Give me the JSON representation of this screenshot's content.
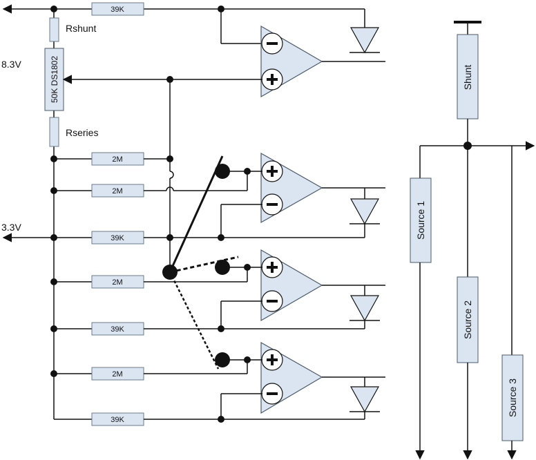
{
  "labels": {
    "voltage_high": "8.3V",
    "voltage_low": "3.3V",
    "rshunt": "Rshunt",
    "rseries": "Rseries",
    "pot": "50K DS1802",
    "shunt": "Shunt",
    "source1": "Source 1",
    "source2": "Source 2",
    "source3": "Source 3",
    "minus": "−",
    "plus": "+"
  },
  "resistors": {
    "r_top": "39K",
    "r_2m_1": "2M",
    "r_2m_2": "2M",
    "r_39k_2": "39K",
    "r_2m_3": "2M",
    "r_39k_3": "39K",
    "r_2m_4": "2M",
    "r_39k_4": "39K"
  },
  "colors": {
    "component_fill": "#dbe5f1",
    "wire": "#111111"
  }
}
